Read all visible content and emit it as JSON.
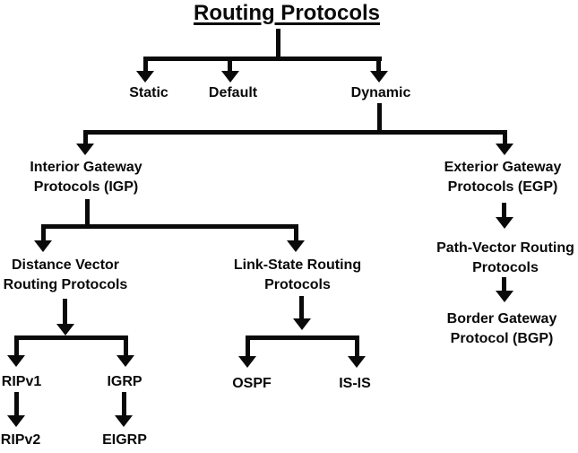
{
  "diagram_title": "Routing Protocols",
  "colors": {
    "ink": "#0a0a0a",
    "background": "#ffffff"
  },
  "nodes": {
    "static": {
      "label": "Static",
      "parent": "routing-protocols"
    },
    "default": {
      "label": "Default",
      "parent": "routing-protocols"
    },
    "dynamic": {
      "label": "Dynamic",
      "parent": "routing-protocols"
    },
    "igp": {
      "line1": "Interior Gateway",
      "line2": "Protocols (IGP)",
      "parent": "dynamic"
    },
    "egp": {
      "line1": "Exterior Gateway",
      "line2": "Protocols (EGP)",
      "parent": "dynamic"
    },
    "distance-vector": {
      "line1": "Distance Vector",
      "line2": "Routing Protocols",
      "parent": "igp"
    },
    "link-state": {
      "line1": "Link-State Routing",
      "line2": "Protocols",
      "parent": "igp"
    },
    "ripv1": {
      "label": "RIPv1",
      "parent": "distance-vector"
    },
    "igrp": {
      "label": "IGRP",
      "parent": "distance-vector"
    },
    "ripv2": {
      "label": "RIPv2",
      "parent": "ripv1"
    },
    "eigrp": {
      "label": "EIGRP",
      "parent": "igrp"
    },
    "ospf": {
      "label": "OSPF",
      "parent": "link-state"
    },
    "isis": {
      "label": "IS-IS",
      "parent": "link-state"
    },
    "path-vector": {
      "line1": "Path-Vector Routing",
      "line2": "Protocols",
      "parent": "egp"
    },
    "bgp": {
      "line1": "Border Gateway",
      "line2": "Protocol (BGP)",
      "parent": "path-vector"
    }
  }
}
